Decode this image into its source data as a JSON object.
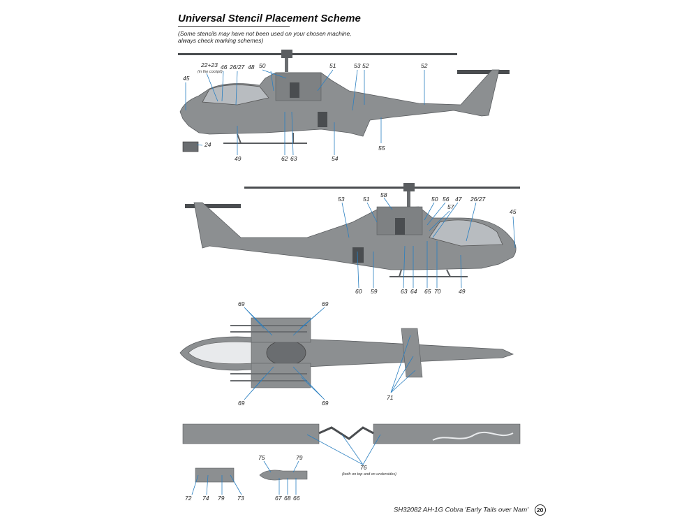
{
  "title": "Universal Stencil Placement Scheme",
  "note": "(Some stencils may have not been used on your chosen machine, always check marking schemes)",
  "cockpit_note": "(in the cockpit)",
  "both_sides_note": "(both on top and on undersides)",
  "footer": {
    "code": "SH32082",
    "text": "AH-1G Cobra 'Early Tails over Nam'",
    "page": "20"
  },
  "colors": {
    "leader": "#2a7fc0",
    "fuselage": "#8c8f91",
    "dark": "#4a4d50"
  },
  "labels_left_view": [
    "22+23",
    "46",
    "26/27",
    "48",
    "50",
    "51",
    "53",
    "52",
    "52",
    "45",
    "24",
    "49",
    "62",
    "63",
    "54",
    "55"
  ],
  "labels_right_view": [
    "53",
    "51",
    "58",
    "50",
    "56",
    "57",
    "47",
    "26/27",
    "45",
    "60",
    "59",
    "63",
    "64",
    "65",
    "70",
    "49"
  ],
  "labels_top_view": [
    "69",
    "69",
    "69",
    "69",
    "71"
  ],
  "labels_parts": [
    "76",
    "75",
    "79",
    "72",
    "74",
    "79",
    "73",
    "67",
    "68",
    "66"
  ]
}
